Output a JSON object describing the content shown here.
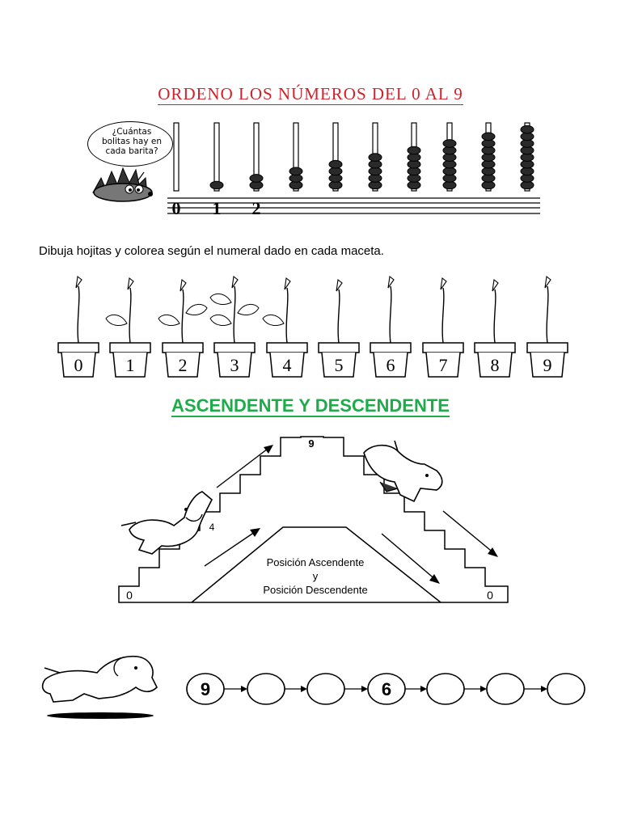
{
  "section1": {
    "title": "ORDENO LOS NÚMEROS DEL 0 AL 9",
    "speech_lines": [
      "¿Cuántas",
      "bolitas hay en",
      "cada barita?"
    ],
    "bead_counts": [
      0,
      1,
      2,
      3,
      4,
      5,
      6,
      7,
      8,
      9
    ],
    "abacus_labels": [
      "0",
      "1",
      "2"
    ]
  },
  "section2": {
    "instruction": "Dibuja hojitas y colorea según el numeral dado en cada maceta.",
    "pots": [
      "0",
      "1",
      "2",
      "3",
      "4",
      "5",
      "6",
      "7",
      "8",
      "9"
    ],
    "leaf_counts": [
      0,
      1,
      2,
      3,
      1,
      0,
      0,
      0,
      0,
      0
    ]
  },
  "section3": {
    "title": "ASCENDENTE Y DESCENDENTE",
    "left_label": "0",
    "mid_label": "4",
    "top_label": "9",
    "right_label": "0",
    "caption_line1": "Posición Ascendente",
    "caption_line2": "y",
    "caption_line3": "Posición Descendente"
  },
  "section4": {
    "sequence": [
      "9",
      "",
      "",
      "6",
      "",
      "",
      ""
    ]
  }
}
